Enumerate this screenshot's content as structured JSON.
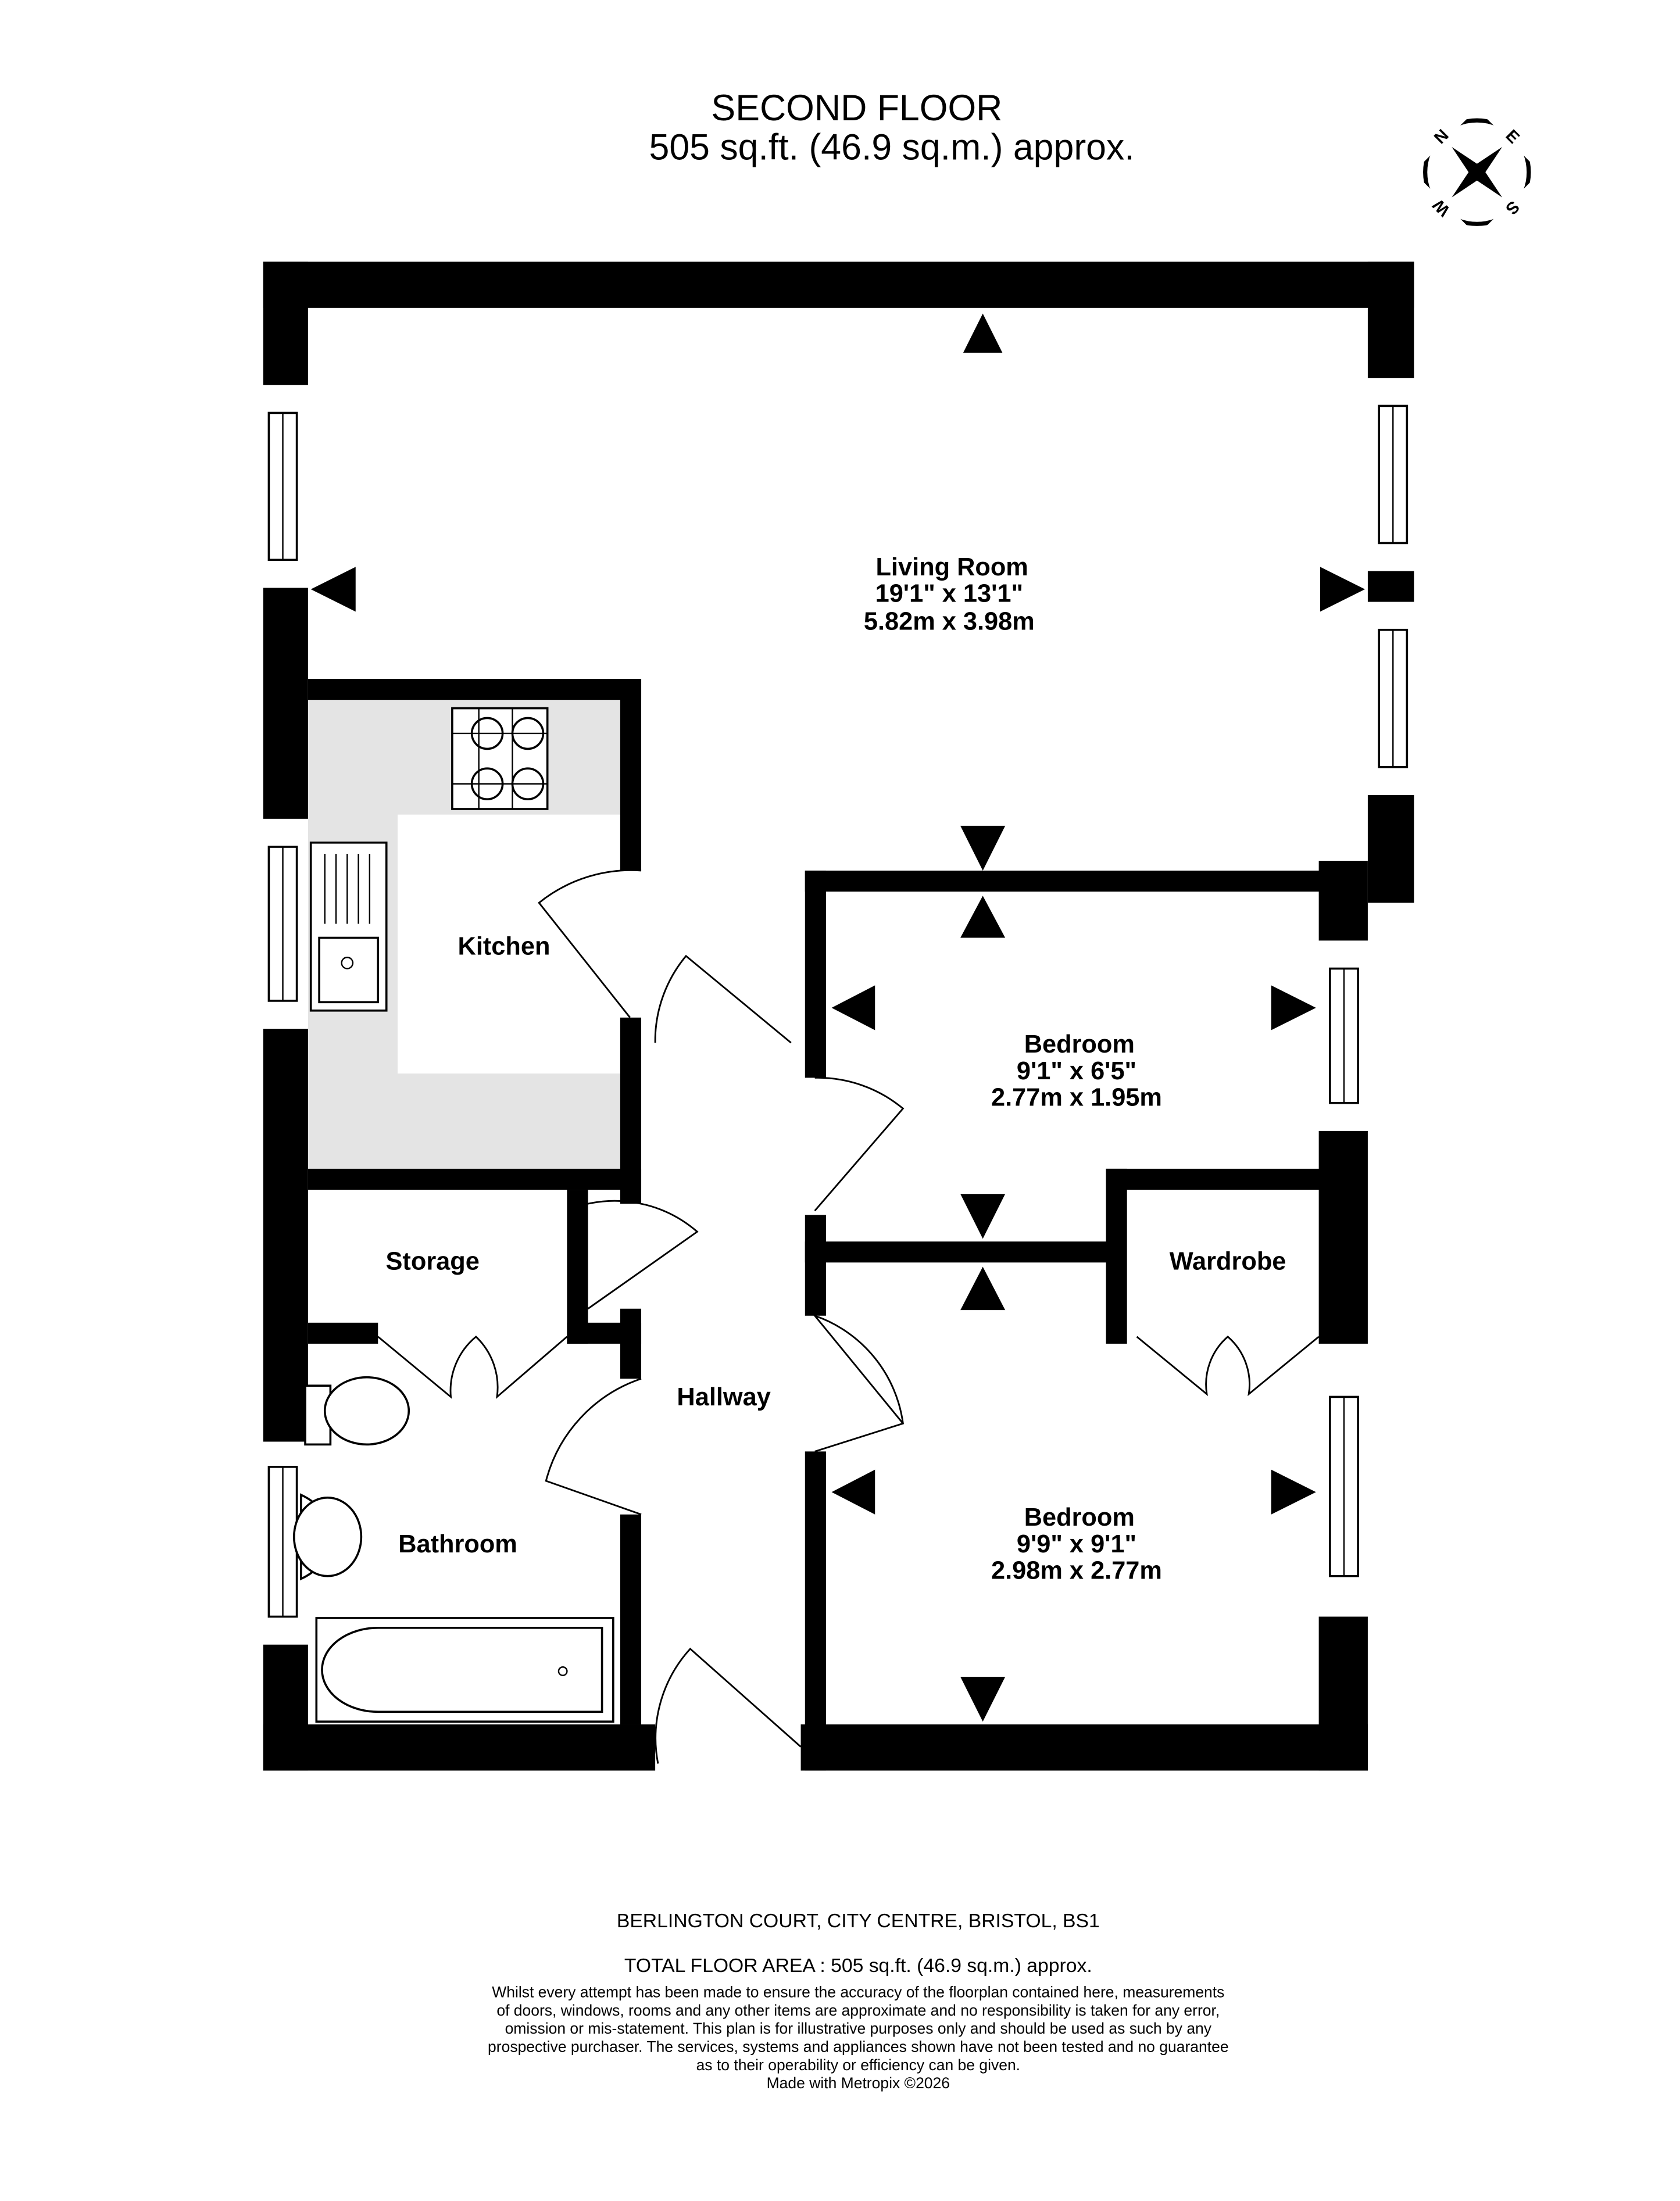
{
  "header": {
    "floor_title": "SECOND FLOOR",
    "floor_area": "505 sq.ft. (46.9 sq.m.) approx."
  },
  "compass": {
    "n": "N",
    "e": "E",
    "s": "S",
    "w": "W"
  },
  "rooms": {
    "living": {
      "name": "Living Room",
      "imperial": "19'1\"  x 13'1\"",
      "metric": "5.82m  x 3.98m"
    },
    "kitchen": {
      "name": "Kitchen"
    },
    "bedroom1": {
      "name": "Bedroom",
      "imperial": "9'1\"  x 6'5\"",
      "metric": "2.77m  x 1.95m"
    },
    "wardrobe": {
      "name": "Wardrobe"
    },
    "storage": {
      "name": "Storage"
    },
    "hallway": {
      "name": "Hallway"
    },
    "bathroom": {
      "name": "Bathroom"
    },
    "bedroom2": {
      "name": "Bedroom",
      "imperial": "9'9\"  x 9'1\"",
      "metric": "2.98m  x 2.77m"
    }
  },
  "footer": {
    "address": "BERLINGTON COURT, CITY CENTRE, BRISTOL, BS1",
    "total_area": "TOTAL FLOOR AREA : 505 sq.ft. (46.9 sq.m.) approx.",
    "disclaimer": [
      "Whilst every attempt has been made to ensure the accuracy of the floorplan contained here, measurements",
      "of doors, windows, rooms and any other items are approximate and no responsibility is taken for any error,",
      "omission or mis-statement. This plan is for illustrative purposes only and should be used as such by any",
      "prospective purchaser. The services, systems and appliances shown have not been tested and no guarantee",
      "as to their operability or efficiency can be given."
    ],
    "credit": "Made with Metropix ©2026"
  }
}
